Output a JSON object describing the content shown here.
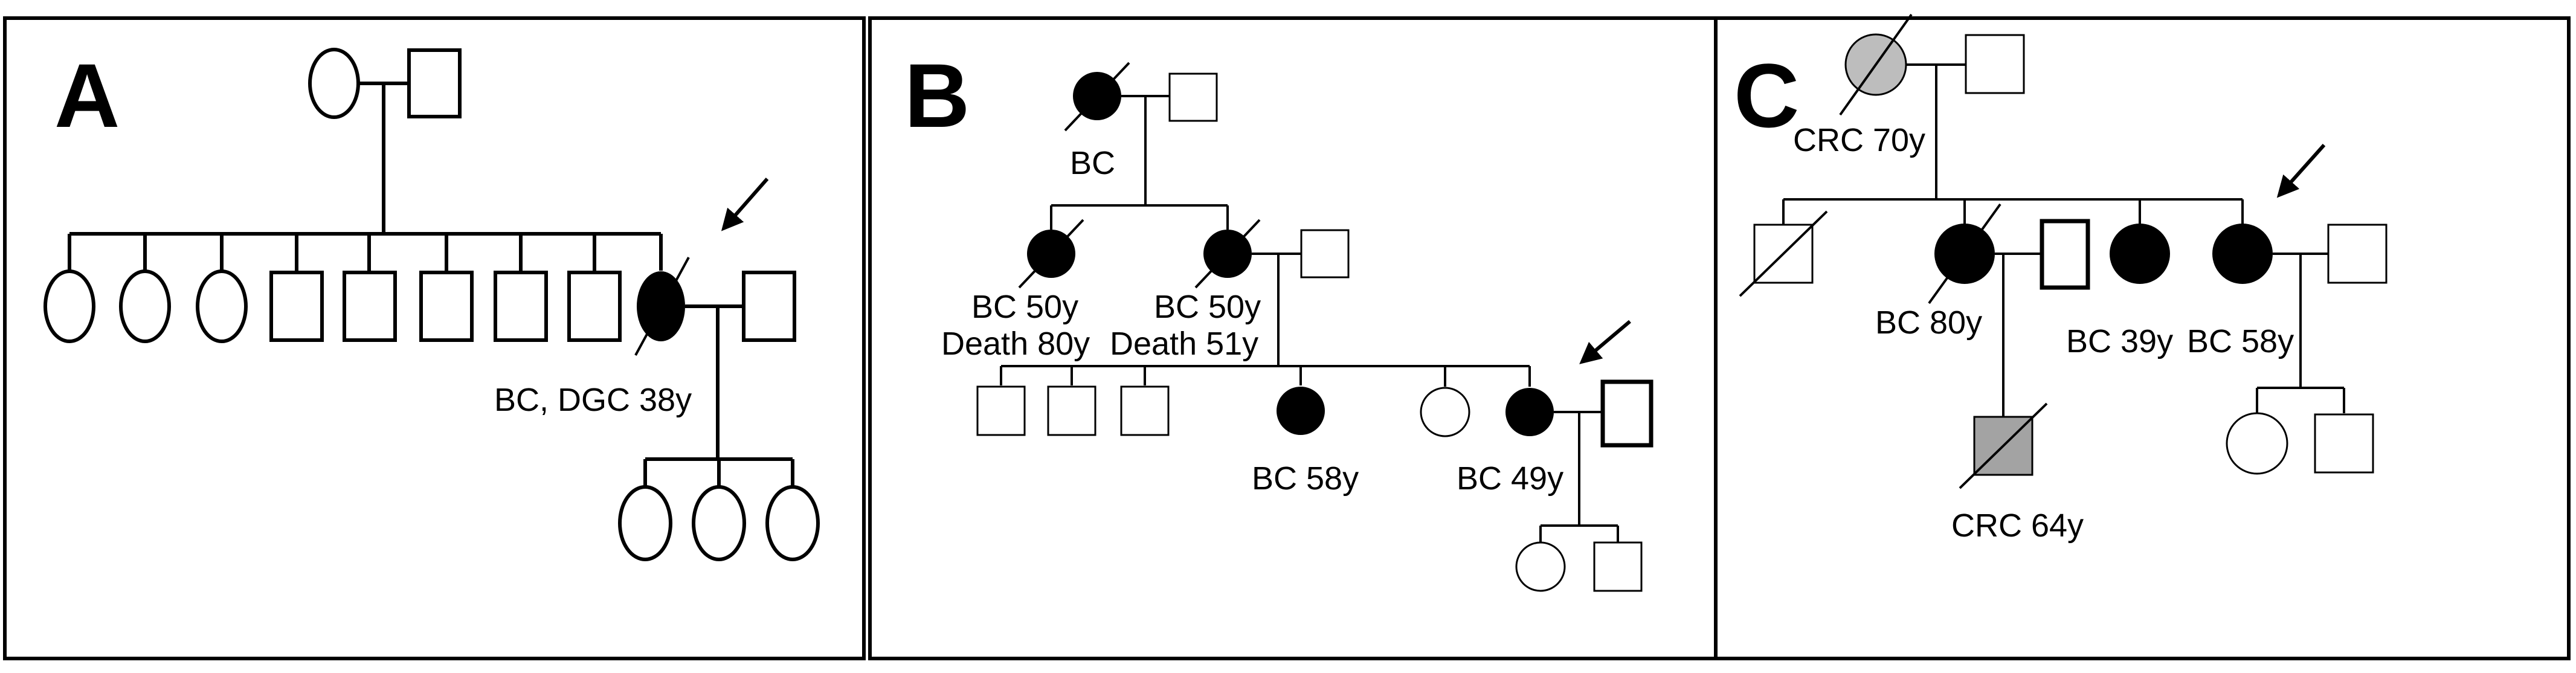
{
  "panels": {
    "a": {
      "letter": "A",
      "proband_label": "BC, DGC 38y"
    },
    "b": {
      "letter": "B",
      "grandmother_label": "BC",
      "aunt_label_line1": "BC 50y",
      "aunt_label_line2": "Death 80y",
      "mother_label_line1": "BC 50y",
      "mother_label_line2": "Death 51y",
      "sister_label": "BC 58y",
      "proband_label": "BC 49y"
    },
    "c": {
      "letter": "C",
      "grandmother_label": "CRC 70y",
      "sibling1_label": "BC 80y",
      "sibling2_label": "BC 39y",
      "proband_label": "BC 58y",
      "nephew_label": "CRC 64y"
    }
  },
  "legend_colors": {
    "affected_bc": "#000000",
    "affected_crc": "#bdbdbd",
    "unaffected": "#ffffff"
  }
}
